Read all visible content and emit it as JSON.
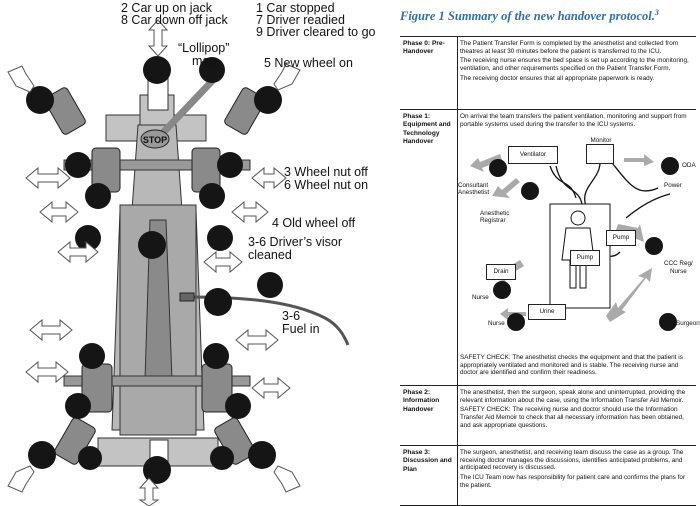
{
  "pitstop": {
    "labels": {
      "jack": [
        "2 Car up on jack",
        "8 Car down off jack"
      ],
      "status": [
        "1 Car stopped",
        "7 Driver readied",
        "9 Driver cleared to go"
      ],
      "lollipop": [
        "“Lollipop”",
        "man"
      ],
      "stop_sign": "STOP",
      "new_wheel": "5 New wheel on",
      "wheel_nut": [
        "3 Wheel nut off",
        "6 Wheel nut on"
      ],
      "old_wheel": "4 Old wheel off",
      "visor": [
        "3-6 Driver’s visor",
        "cleaned"
      ],
      "fuel": [
        "3-6",
        "Fuel in"
      ]
    }
  },
  "protocol": {
    "figure_label": "Figure 1",
    "figure_title": "Summary of the new handover protocol.",
    "figure_ref": "3",
    "phases": [
      {
        "name": "Phase 0: Pre-Handover",
        "paragraphs": [
          "The Patient Transfer Form is completed by the anesthetist and collected from theatres at least 30 minutes before the patient is transferred to the ICU.",
          "The receiving nurse ensures the bed space is set up according to the monitoring, ventilation, and other requirements specified on the Patient Transfer Form.",
          "The receiving doctor ensures that all appropriate paperwork is ready."
        ]
      },
      {
        "name": "Phase 1: Equipment and Technology Handover",
        "paragraphs": [
          "On arrival the team transfers the patient ventilation, monitoring and support from portable systems used during the transfer to the ICU systems."
        ],
        "diagram": {
          "ventilator": "Ventilator",
          "monitor": "Monitor",
          "consultant": [
            "Consultant",
            "Anesthetist"
          ],
          "registrar": [
            "Anesthetic",
            "Registrar"
          ],
          "oda": "ODA",
          "power": "Power",
          "pump": "Pump",
          "ccc": [
            "CCC Reg/",
            "Nurse"
          ],
          "drain": "Drain",
          "nurse": "Nurse",
          "urine": "Urine",
          "surgeon": "Surgeon"
        },
        "safety": "SAFETY CHECK: The anesthetist checks the equipment and that the patient is appropriately ventilated and monitored and is stable. The receiving nurse and doctor are identified and confirm their readiness."
      },
      {
        "name": "Phase 2: Information Handover",
        "paragraphs": [
          "The anesthetist, then the surgeon, speak alone and uninterrupted, providing the relevant information about the case, using the Information Transfer Aid Memoir.",
          "SAFETY CHECK: The receiving nurse and doctor should use the Information Transfer Aid Memoir to check that all necessary information has been obtained, and ask appropriate questions."
        ]
      },
      {
        "name": "Phase 3: Discussion and Plan",
        "paragraphs": [
          "The surgeon, anesthetist, and receiving team discuss the case as a group. The receiving doctor manages the discussions, identifies anticipated problems, and anticipated recovery is discussed.",
          "The ICU Team now has responsibility for patient care and confirms the plans for the patient."
        ]
      }
    ]
  },
  "colors": {
    "figure_title": "#2f6fa8",
    "gray_fill": "#b3b3b3",
    "dark_fill": "#151515"
  }
}
